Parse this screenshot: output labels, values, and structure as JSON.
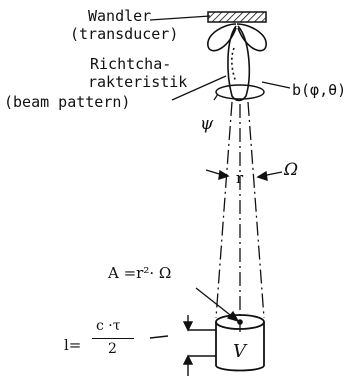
{
  "transducer": {
    "label_de": "Wandler",
    "label_en": "(transducer)"
  },
  "beam": {
    "label_de_line1": "Richtcha-",
    "label_de_line2": "rakteristik",
    "label_en": "(beam pattern)",
    "function": "b(φ,θ)",
    "angle_psi": "ψ"
  },
  "geometry": {
    "range_symbol": "r",
    "solid_angle_symbol": "Ω",
    "area_formula": "A =r²· Ω",
    "length_formula_lhs": "l=",
    "length_numerator": "c ·τ",
    "length_denominator": "2",
    "volume_symbol": "V"
  }
}
